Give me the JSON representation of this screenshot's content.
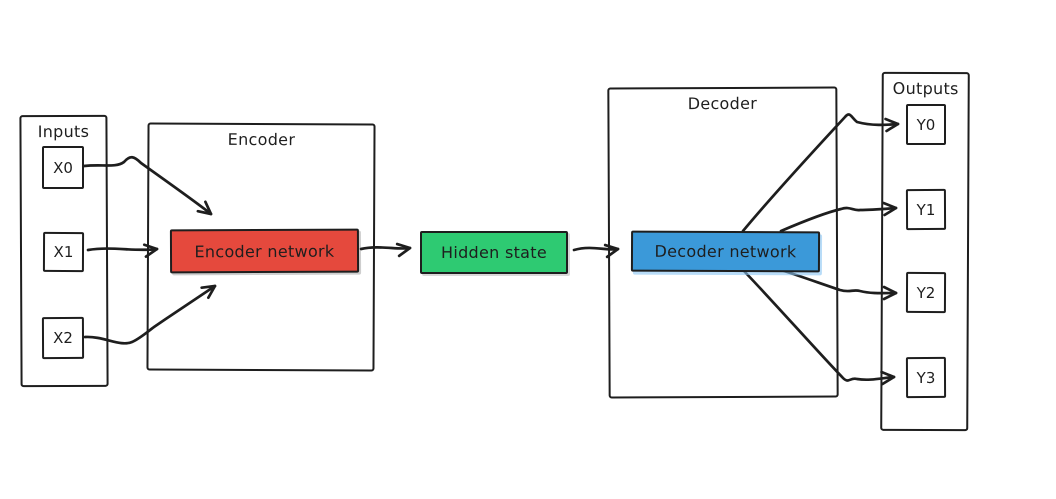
{
  "diagram": {
    "inputs": {
      "label": "Inputs",
      "items": [
        {
          "label": "X0"
        },
        {
          "label": "X1"
        },
        {
          "label": "X2"
        }
      ]
    },
    "encoder": {
      "label": "Encoder",
      "network_label": "Encoder network"
    },
    "hidden": {
      "label": "Hidden state"
    },
    "decoder": {
      "label": "Decoder",
      "network_label": "Decoder network"
    },
    "outputs": {
      "label": "Outputs",
      "items": [
        {
          "label": "Y0"
        },
        {
          "label": "Y1"
        },
        {
          "label": "Y2"
        },
        {
          "label": "Y3"
        }
      ]
    },
    "colors": {
      "ink": "#1e1e1e",
      "encoder_network_fill": "#e5493d",
      "hidden_state_fill": "#2eca72",
      "decoder_network_fill": "#3b99d9"
    }
  }
}
